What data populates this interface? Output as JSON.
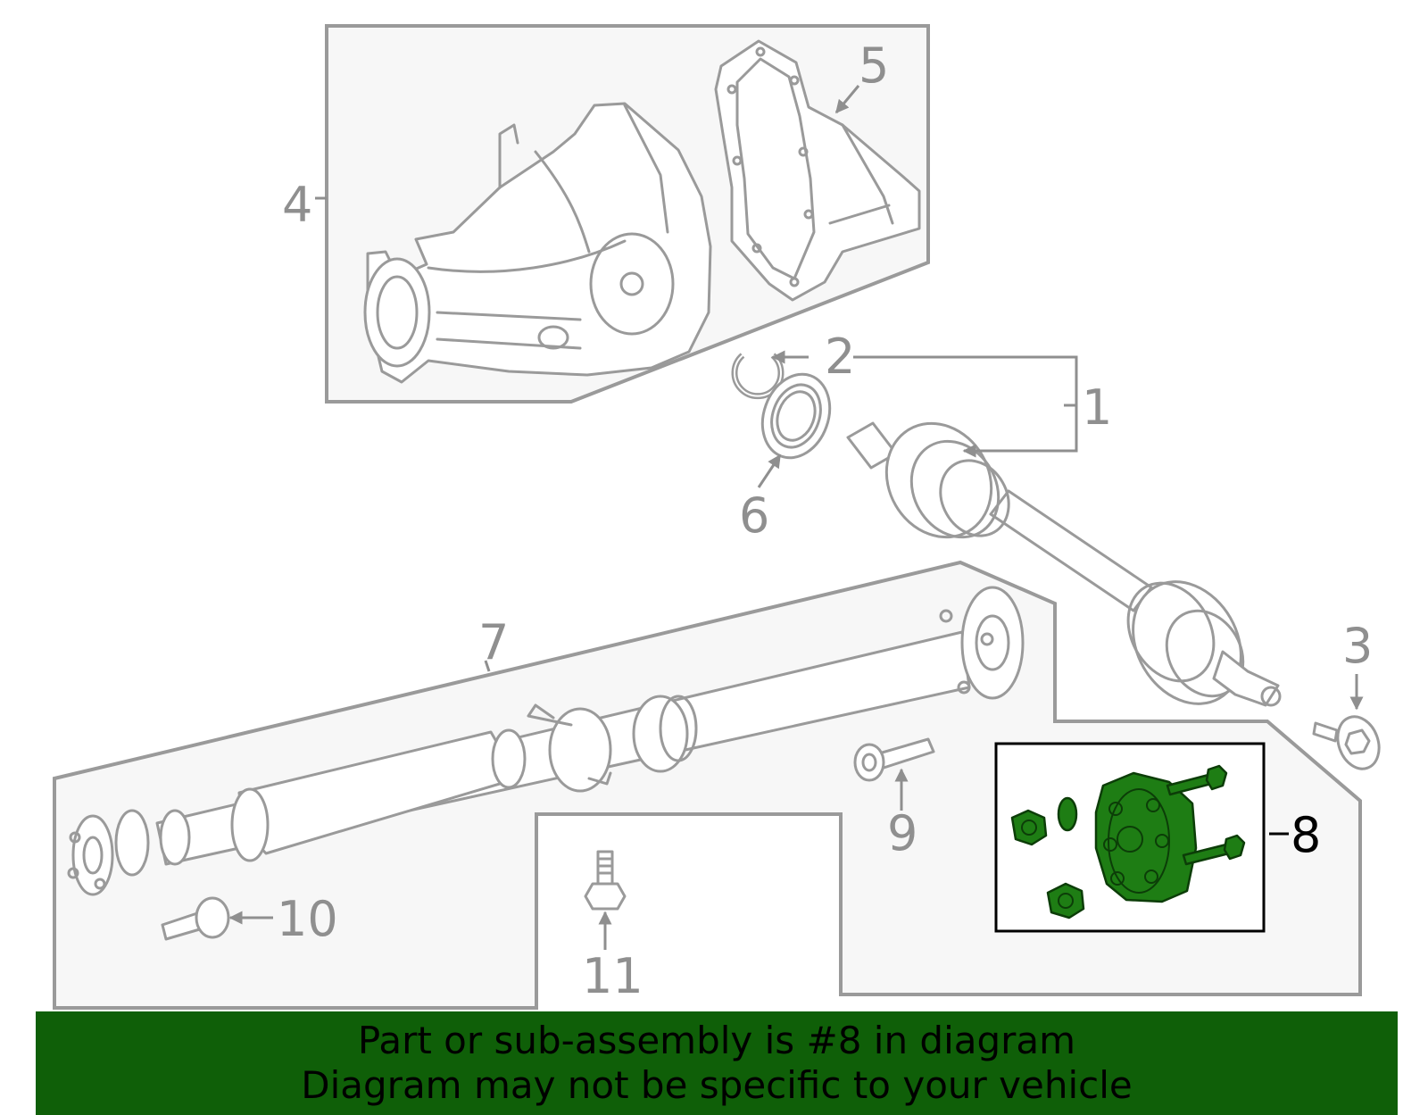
{
  "callouts": {
    "c1": "1",
    "c2": "2",
    "c3": "3",
    "c4": "4",
    "c5": "5",
    "c6": "6",
    "c7": "7",
    "c8": "8",
    "c9": "9",
    "c10": "10",
    "c11": "11"
  },
  "highlighted_part": "8",
  "colors": {
    "highlight": "#1e7d14",
    "banner": "#0f5f08",
    "line_art": "#9a9a9a"
  },
  "banner": {
    "line1": "Part or sub-assembly is #8 in diagram",
    "line2": "Diagram may not be specific to your vehicle"
  }
}
